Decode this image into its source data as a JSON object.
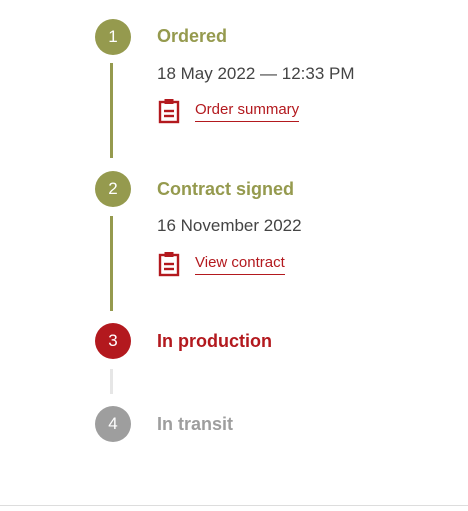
{
  "colors": {
    "completed": "#959a4e",
    "current": "#b3191e",
    "pending": "#9e9e9e",
    "link": "#b3191e",
    "connector_pending": "#e6e6e6",
    "date_text": "#444444"
  },
  "steps": [
    {
      "number": "1",
      "title": "Ordered",
      "status": "completed",
      "date": "18 May 2022 — 12:33 PM",
      "link_label": "Order summary",
      "link_icon": "clipboard-icon"
    },
    {
      "number": "2",
      "title": "Contract signed",
      "status": "completed",
      "date": "16 November 2022",
      "link_label": "View contract",
      "link_icon": "clipboard-icon"
    },
    {
      "number": "3",
      "title": "In production",
      "status": "current"
    },
    {
      "number": "4",
      "title": "In transit",
      "status": "pending"
    }
  ]
}
